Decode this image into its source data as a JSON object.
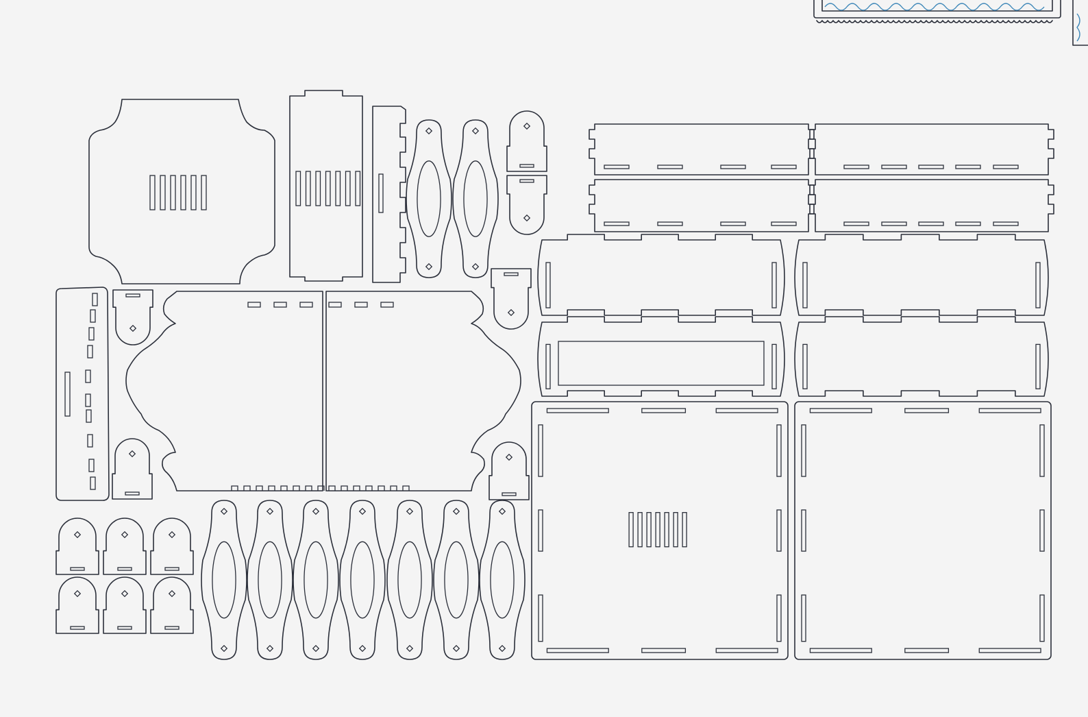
{
  "colors": {
    "background": "#f4f4f4",
    "line": "#2b2f3a",
    "ornament": "#3d87b8"
  },
  "parts": [
    {
      "id": "lid-scalloped"
    },
    {
      "id": "front-panel-slotted"
    },
    {
      "id": "comb-side"
    },
    {
      "id": "oval-handle"
    },
    {
      "id": "hinge-tab"
    },
    {
      "id": "long-side-board"
    },
    {
      "id": "wave-panel"
    },
    {
      "id": "clamp-frame"
    },
    {
      "id": "base-board"
    }
  ]
}
